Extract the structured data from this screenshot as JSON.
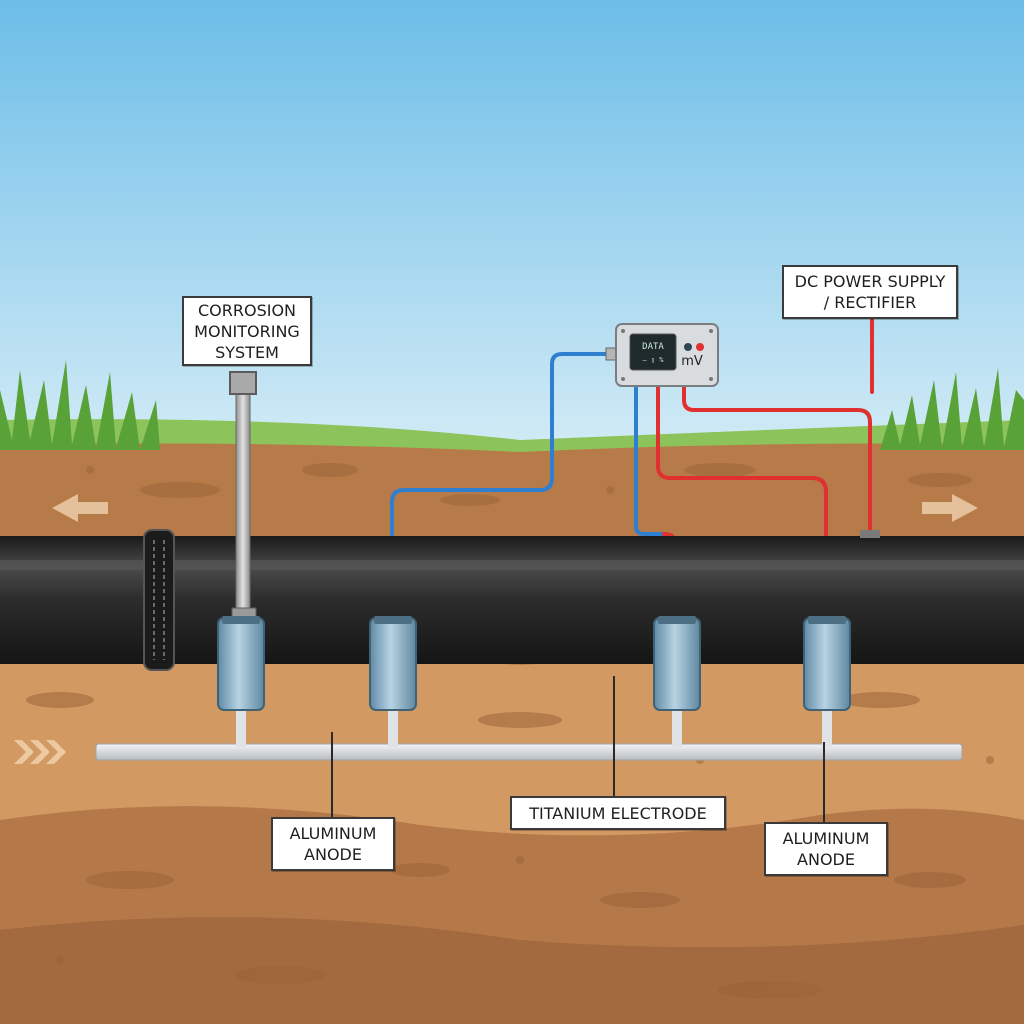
{
  "labels": {
    "corrosion_monitoring": [
      "CORROSION",
      "MONITORING",
      "SYSTEM"
    ],
    "dc_power": [
      "DC POWER SUPPLY",
      "/ RECTIFIER"
    ],
    "anode_left": [
      "ALUMINUM",
      "ANODE"
    ],
    "titanium_electrode": "TITANIUM ELECTRODE",
    "anode_right": [
      "ALUMINUM",
      "ANODE"
    ]
  },
  "meter": {
    "display_text": "DATA",
    "display_sub": "– ▯ %",
    "unit": "mV"
  },
  "colors": {
    "sky_top": "#6fbfe8",
    "sky_bottom": "#cfe9f5",
    "soil": "#c98a56",
    "pipe": "#2b2b2b",
    "wire_blue": "#2f7fd0",
    "wire_red": "#e03030",
    "anode": "#8fb5cc",
    "grass": "#5aa63a"
  }
}
